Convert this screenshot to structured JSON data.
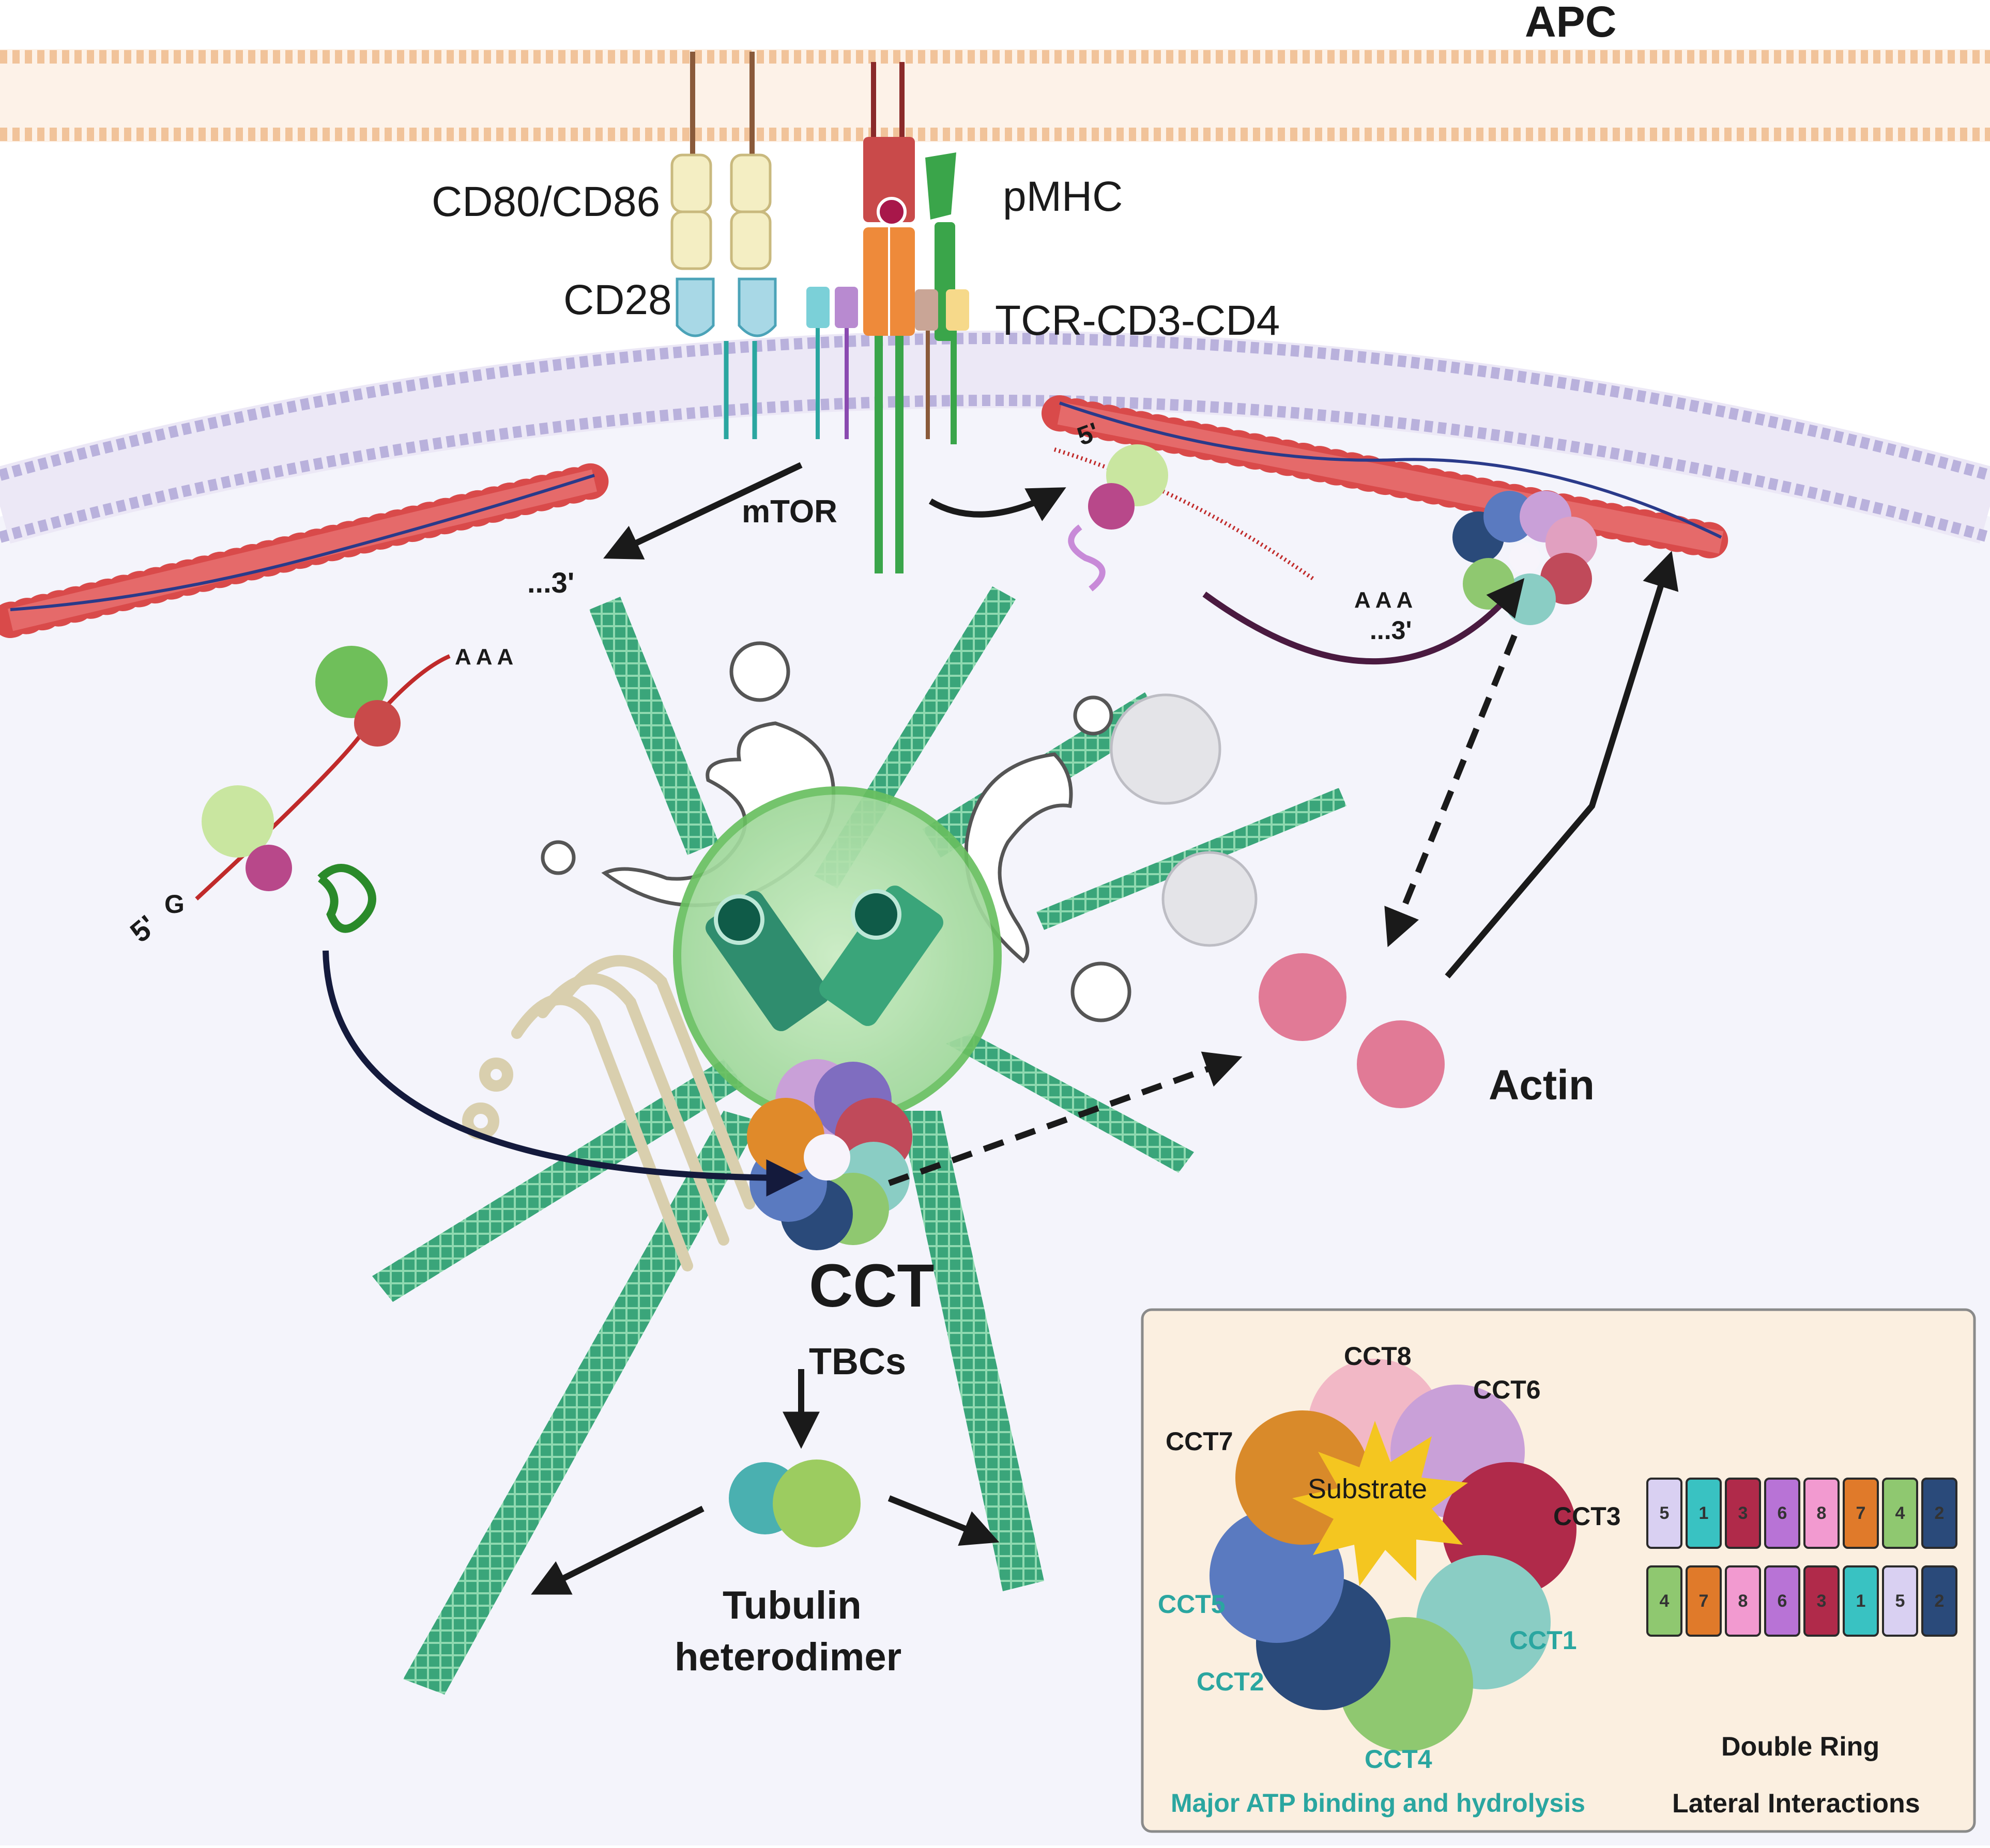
{
  "labels": {
    "apc": "APC",
    "cd80": "CD80/CD86",
    "cd28": "CD28",
    "pmhc": "pMHC",
    "tcr": "TCR-CD3-CD4",
    "mtor": "mTOR",
    "actin": "Actin",
    "cct": "CCT",
    "tbcs": "TBCs",
    "tubulin1": "Tubulin",
    "tubulin2": "heterodimer",
    "five_prime": "5'",
    "g": "G",
    "poly_a": "A A A",
    "three_prime": "...3'"
  },
  "inset": {
    "substrate": "Substrate",
    "subunits_black": [
      "CCT8",
      "CCT6",
      "CCT7",
      "CCT3"
    ],
    "subunits_teal": [
      "CCT5",
      "CCT1",
      "CCT2",
      "CCT4"
    ],
    "caption_left": "Major ATP binding and  hydrolysis",
    "caption_right_1": "Double Ring",
    "caption_right_2": "Lateral Interactions",
    "ring_top": [
      "5",
      "1",
      "3",
      "6",
      "8",
      "7",
      "4",
      "2"
    ],
    "ring_bottom": [
      "4",
      "7",
      "8",
      "6",
      "3",
      "1",
      "5",
      "2"
    ]
  },
  "colors": {
    "microtubule": "#3aa57a",
    "membrane_apc": "#f3c9a3",
    "membrane_t": "#b9b1dc",
    "actin": "#d94a4a",
    "accent_teal": "#2aa6a0"
  }
}
